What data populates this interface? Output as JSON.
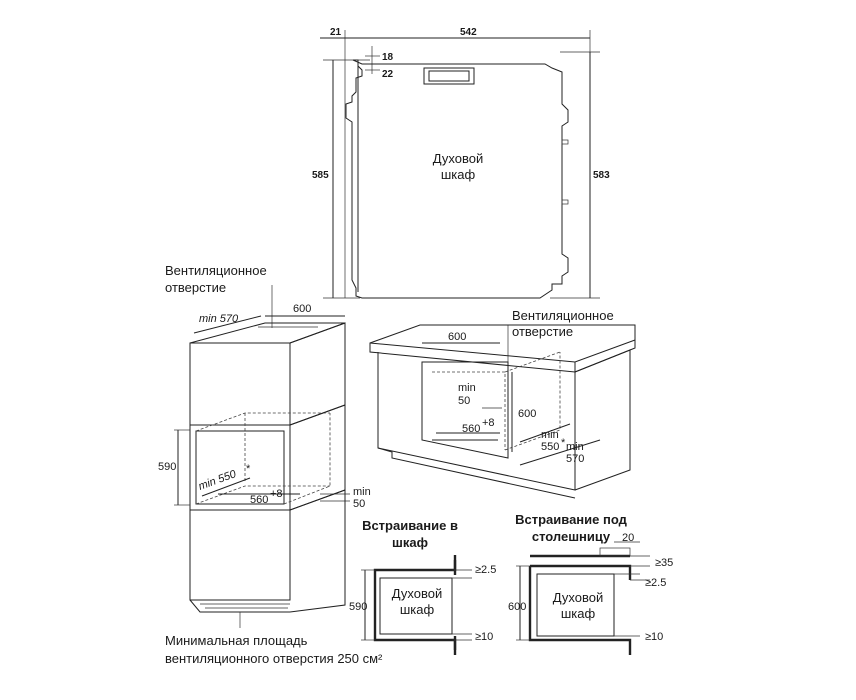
{
  "oven_profile": {
    "width_total": "542",
    "front_offset": "21",
    "top_offset_a": "18",
    "top_offset_b": "22",
    "height_front": "585",
    "height_back": "583",
    "label_line1": "Духовой",
    "label_line2": "шкаф"
  },
  "tall_cabinet": {
    "vent_label_line1": "Вентиляционное",
    "vent_label_line2": "отверстие",
    "min_depth": "min 570",
    "width": "600",
    "niche_height": "590",
    "niche_depth": "min 550",
    "niche_depth_star": "*",
    "niche_width": "560",
    "niche_width_tol": "+8",
    "gap_min_a": "min",
    "gap_min_b": "50",
    "bottom_note_line1": "Минимальная площадь",
    "bottom_note_line2": "вентиляционного отверстия 250 см²"
  },
  "counter_cabinet": {
    "vent_label_line1": "Вентиляционное",
    "vent_label_line2": "отверстие",
    "width": "600",
    "gap_min_a": "min",
    "gap_min_b": "50",
    "niche_height": "600",
    "niche_width": "560",
    "niche_width_tol": "+8",
    "niche_depth": "min",
    "niche_depth_b": "550",
    "niche_depth_star": "*",
    "niche_depth_alt": "min",
    "niche_depth_alt_b": "570"
  },
  "inset_cabinet": {
    "title_line1": "Встраивание в",
    "title_line2": "шкаф",
    "label_line1": "Духовой",
    "label_line2": "шкаф",
    "height": "590",
    "gap_top": "≥2.5",
    "gap_bottom": "≥10"
  },
  "inset_counter": {
    "title_line1": "Встраивание под",
    "title_line2": "столешницу",
    "label_line1": "Духовой",
    "label_line2": "шкаф",
    "height": "600",
    "top_offset": "20",
    "gap_top_a": "≥35",
    "gap_top_b": "≥2.5",
    "gap_bottom": "≥10"
  }
}
